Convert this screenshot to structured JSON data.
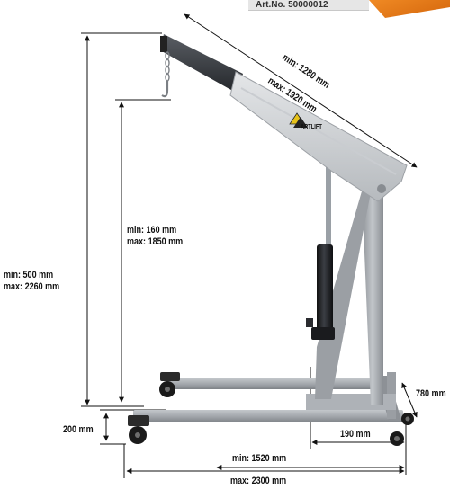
{
  "header": {
    "article_no": "Art.No. 50000012"
  },
  "dimensions": {
    "boom_length_min": "min: 1280 mm",
    "boom_length_max": "max: 1920 mm",
    "hook_height_min": "min: 160 mm",
    "hook_height_max": "max: 1850 mm",
    "total_height_min": "min: 500 mm",
    "total_height_max": "max: 2260 mm",
    "leg_height": "200 mm",
    "width": "780 mm",
    "leg_gap": "190 mm",
    "length_min": "min: 1520 mm",
    "length_max": "max: 2300 mm"
  },
  "brand": {
    "logo_text": "ARTLIFT"
  },
  "colors": {
    "frame": "#a7abb0",
    "boom": "#d8dbde",
    "tube": "#3a3d42",
    "cylinder": "#1c1e22",
    "accent": "#e07a1a"
  }
}
